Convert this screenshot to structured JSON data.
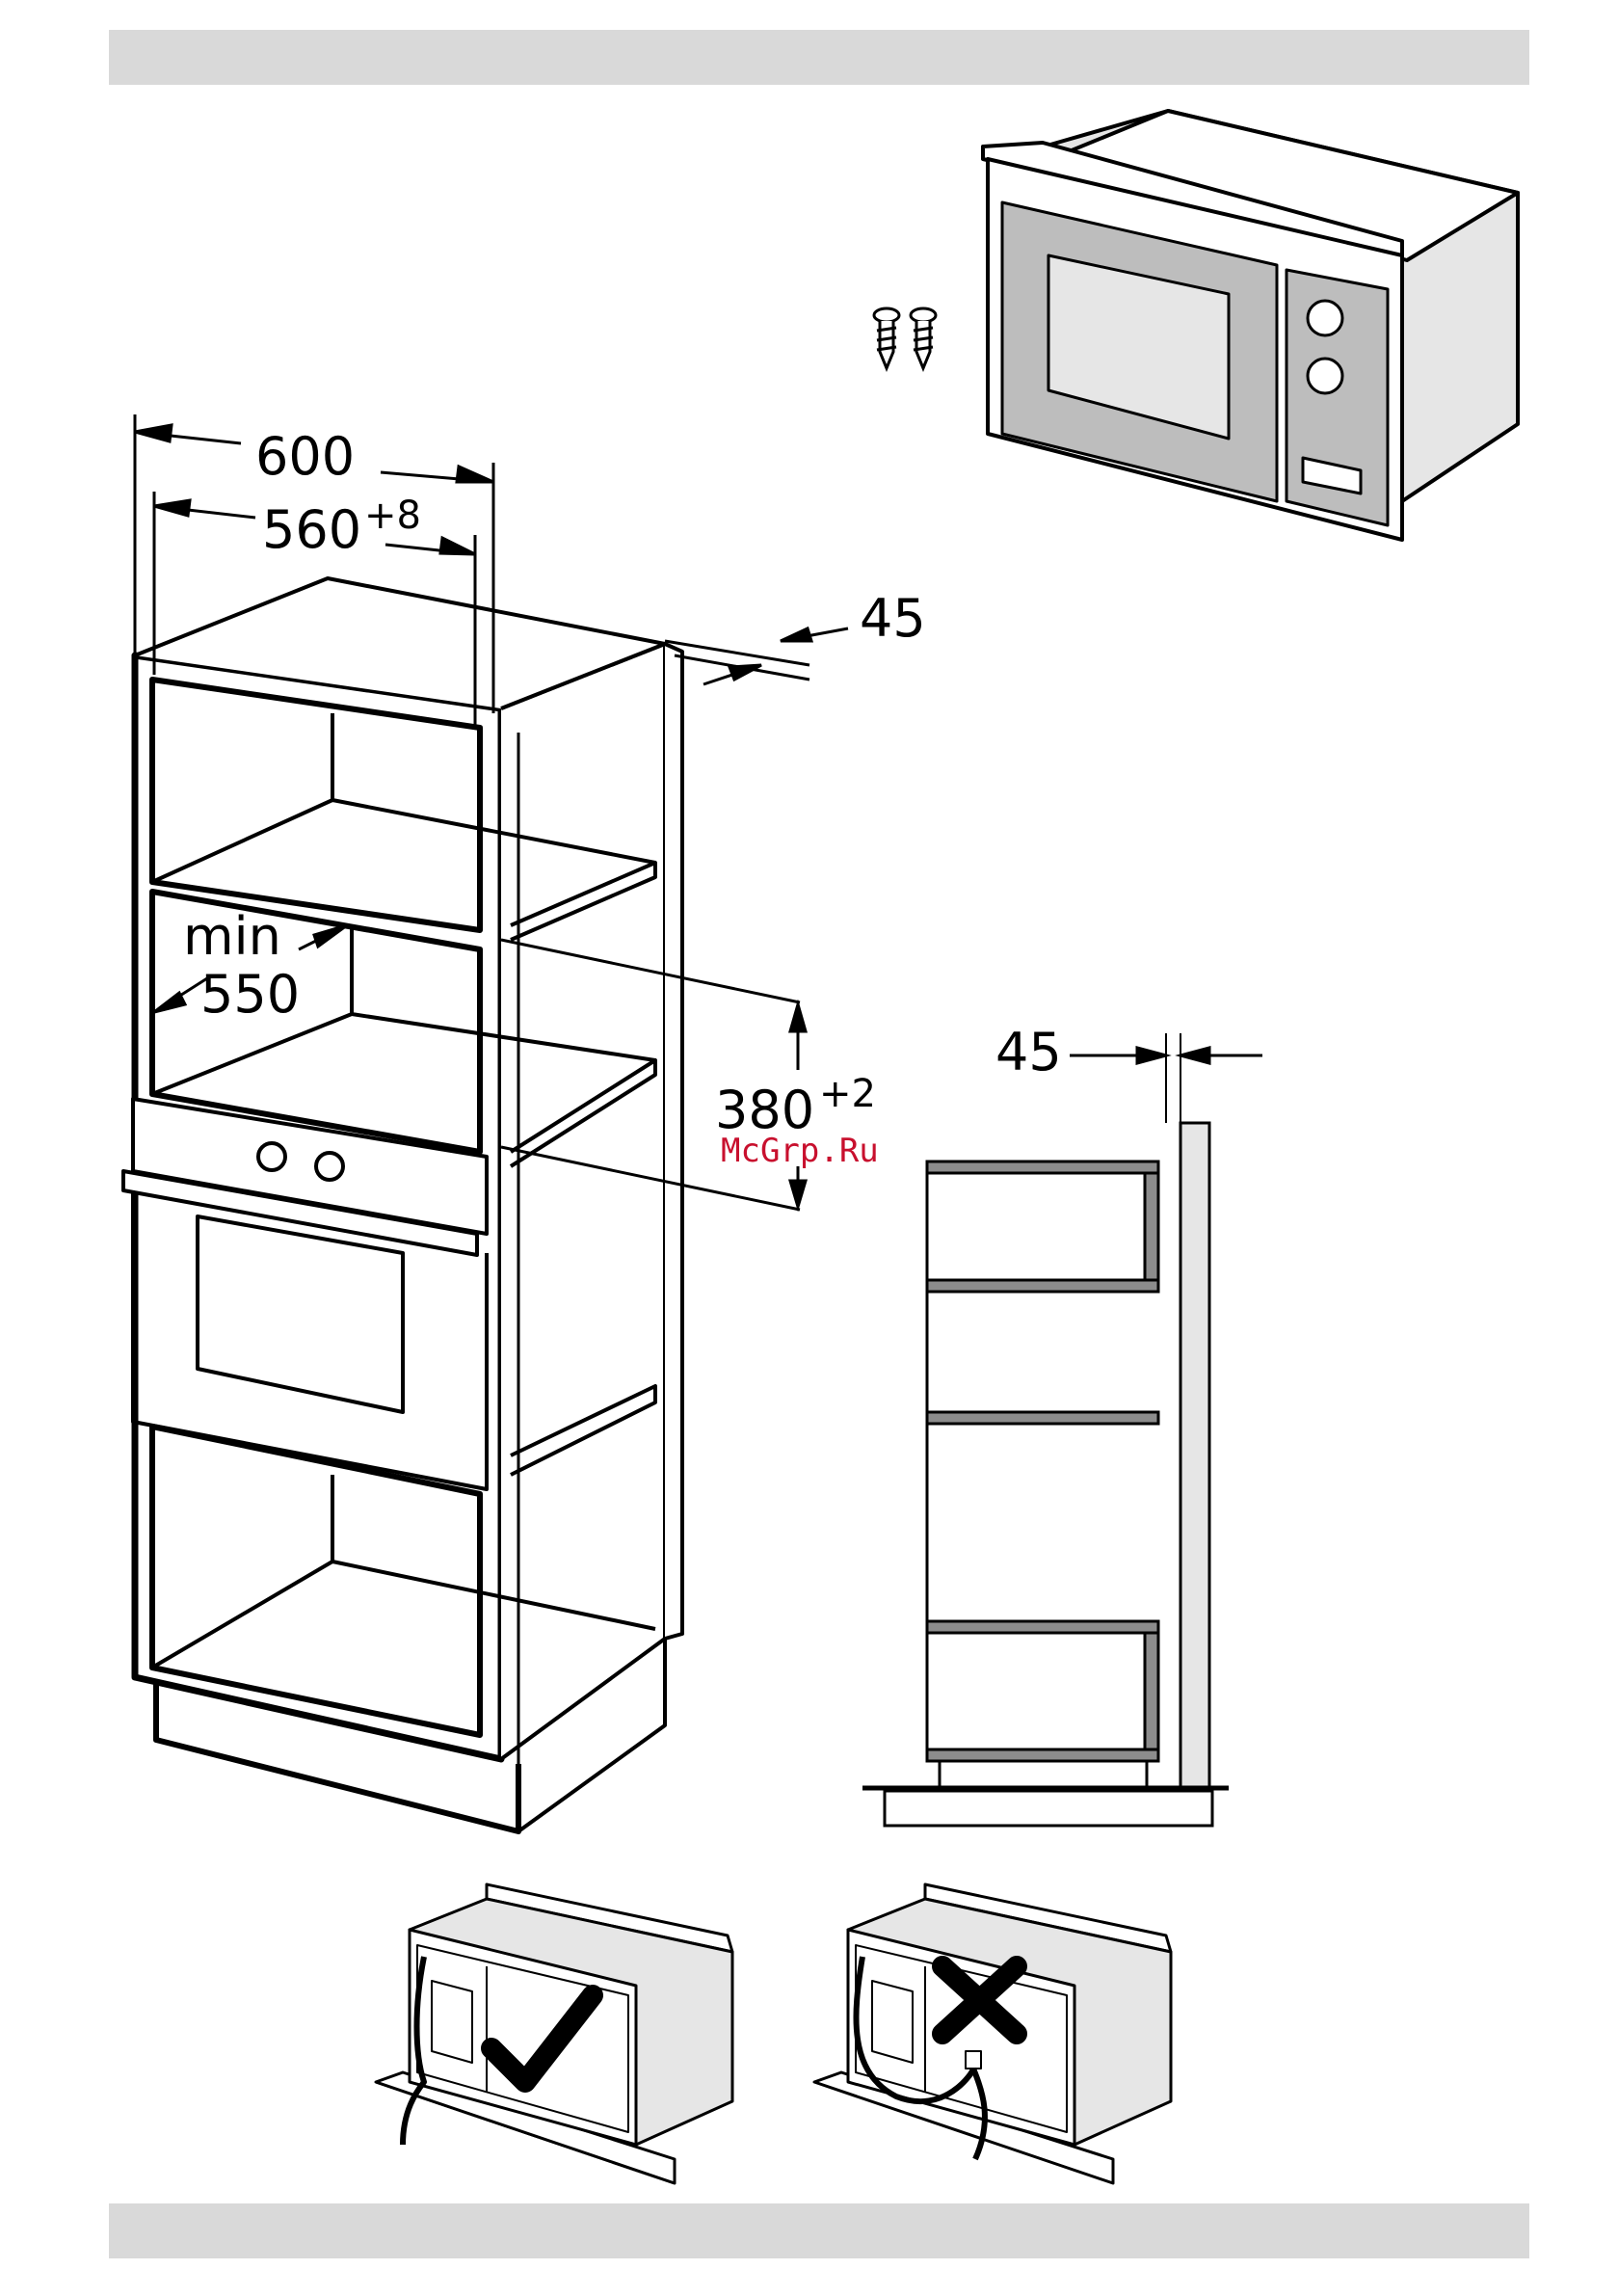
{
  "dimensions": {
    "cabinet_width": "600",
    "niche_width": "560",
    "niche_width_tol": "+8",
    "depth_gap_top": "45",
    "min_label": "min",
    "min_depth": "550",
    "niche_height": "380",
    "niche_height_tol": "+2",
    "side_gap": "45"
  },
  "watermark": "McGrp.Ru",
  "colors": {
    "band": "#d9d9d9",
    "panel_gray": "#bdbdbd",
    "light_gray": "#e6e6e6",
    "shelf_gray": "#8c8c8c",
    "watermark": "#c8102e"
  },
  "icons": {
    "correct": "checkmark-icon",
    "wrong": "cross-icon"
  }
}
